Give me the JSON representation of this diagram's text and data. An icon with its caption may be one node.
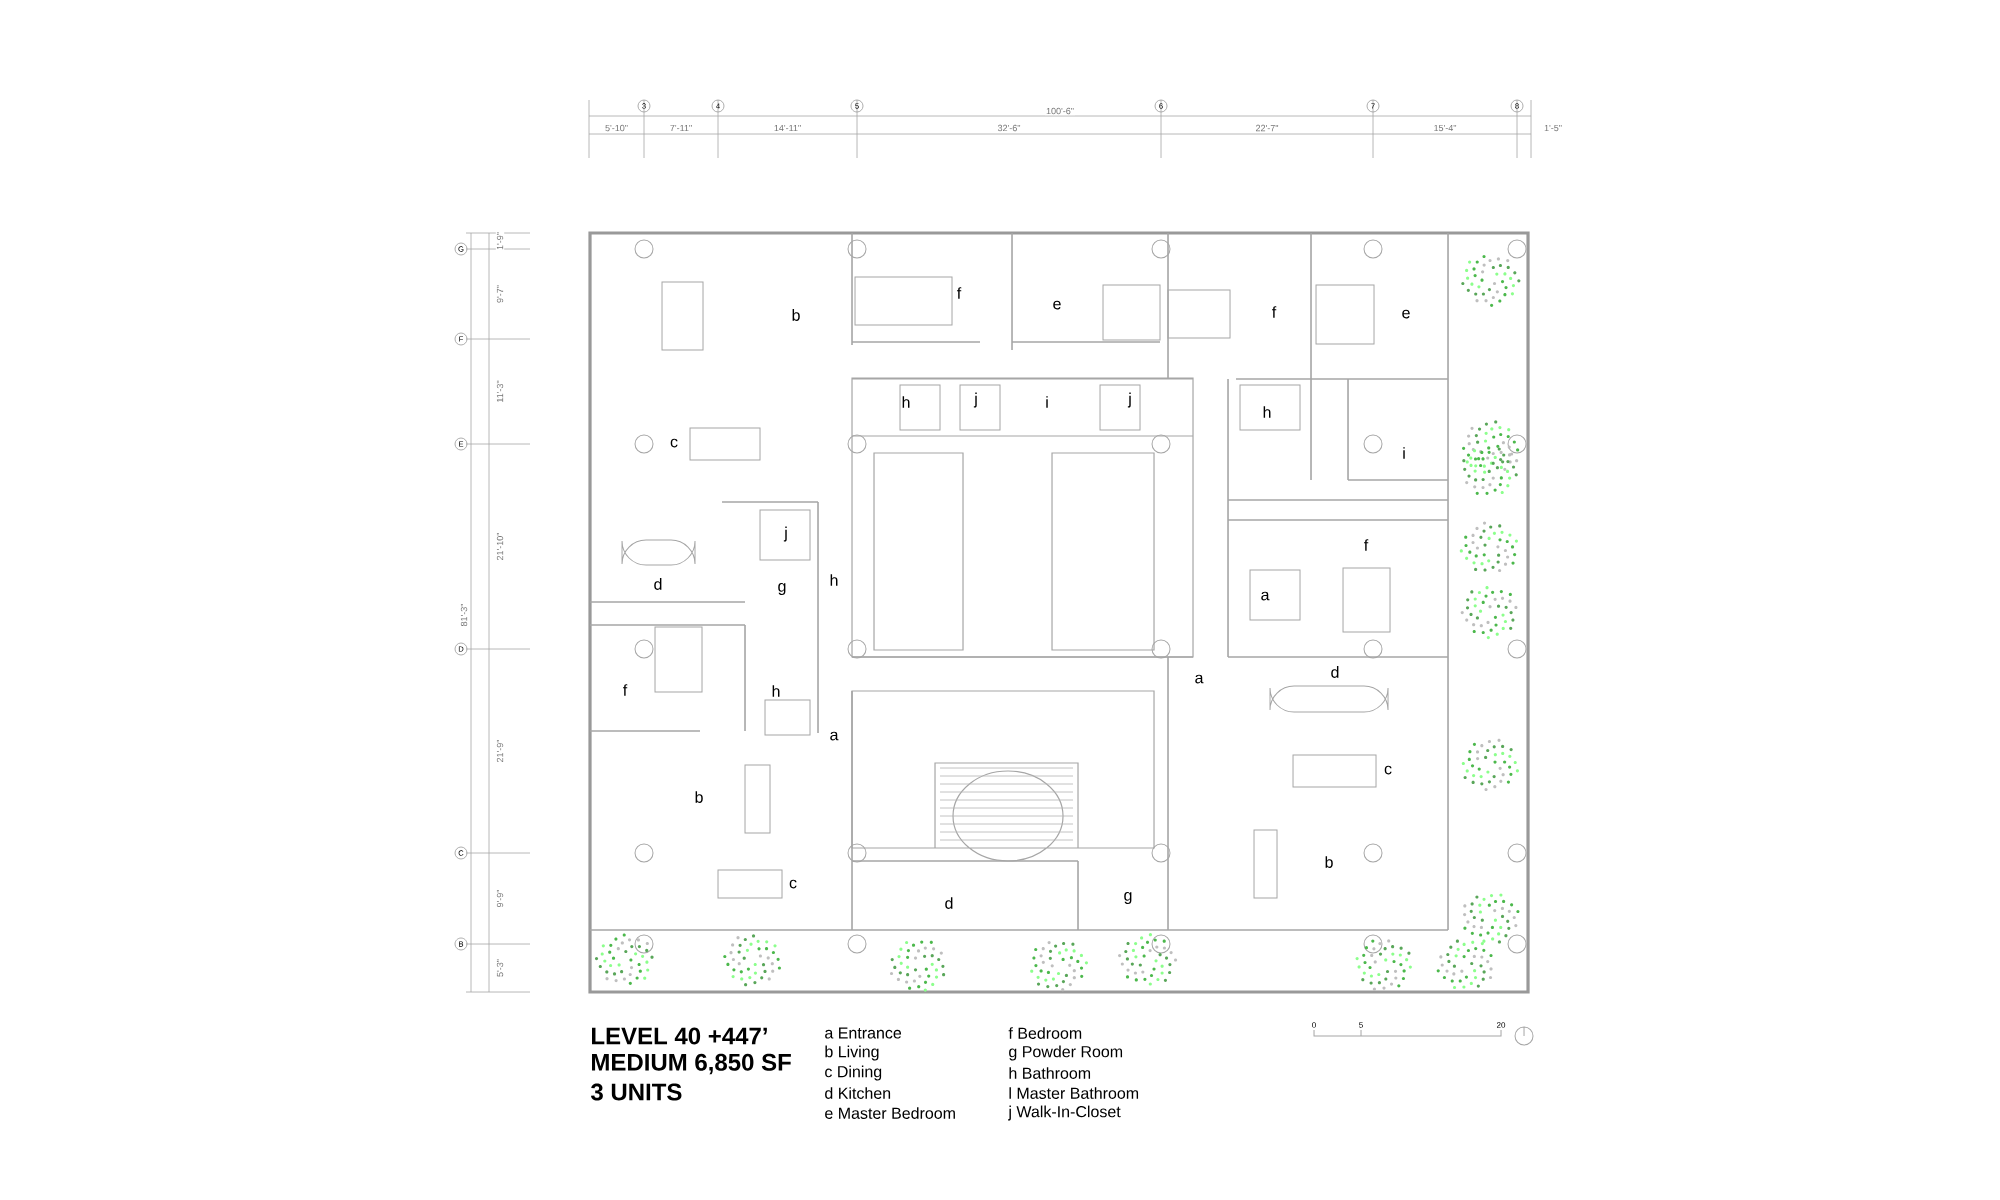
{
  "diagram": {
    "nodes": [
      {
        "text": [
          "3"
        ]
      },
      {
        "text": [
          "4"
        ]
      },
      {
        "text": [
          "5"
        ]
      },
      {
        "text": [
          "6"
        ]
      },
      {
        "text": [
          "7"
        ]
      },
      {
        "text": [
          "8"
        ]
      },
      {
        "text": [
          "G"
        ]
      },
      {
        "text": [
          "F"
        ]
      },
      {
        "text": [
          "E"
        ]
      },
      {
        "text": [
          "D"
        ]
      },
      {
        "text": [
          "C"
        ]
      },
      {
        "text": [
          "B"
        ]
      }
    ],
    "edges": [],
    "labels": [
      "100'-6\"",
      "5'-10\"",
      "7'-11\"",
      "14'-11\"",
      "32'-6\"",
      "22'-7\"",
      "15'-4\"",
      "1'-5\"",
      "81'-3\"",
      "1'-9\"",
      "9'-7\"",
      "11'-3\"",
      "21'-10\"",
      "21'-9\"",
      "9'-9\"",
      "5'-3\"",
      "b",
      "f",
      "e",
      "f",
      "e",
      "h",
      "j",
      "i",
      "j",
      "h",
      "c",
      "i",
      "j",
      "f",
      "a",
      "d",
      "g",
      "h",
      "a",
      "d",
      "f",
      "h",
      "a",
      "c",
      "b",
      "b",
      "c",
      "d",
      "g",
      "LEVEL 40  +447’",
      "MEDIUM   6,850 SF",
      "3 UNITS",
      "a  Entrance",
      "b  Living",
      "c  Dining",
      "d  Kitchen",
      "e  Master Bedroom",
      "f  Bedroom",
      "g  Powder Room",
      "h  Bathroom",
      "l  Master Bathroom",
      "j  Walk-In-Closet",
      "0",
      "5",
      "20"
    ]
  }
}
